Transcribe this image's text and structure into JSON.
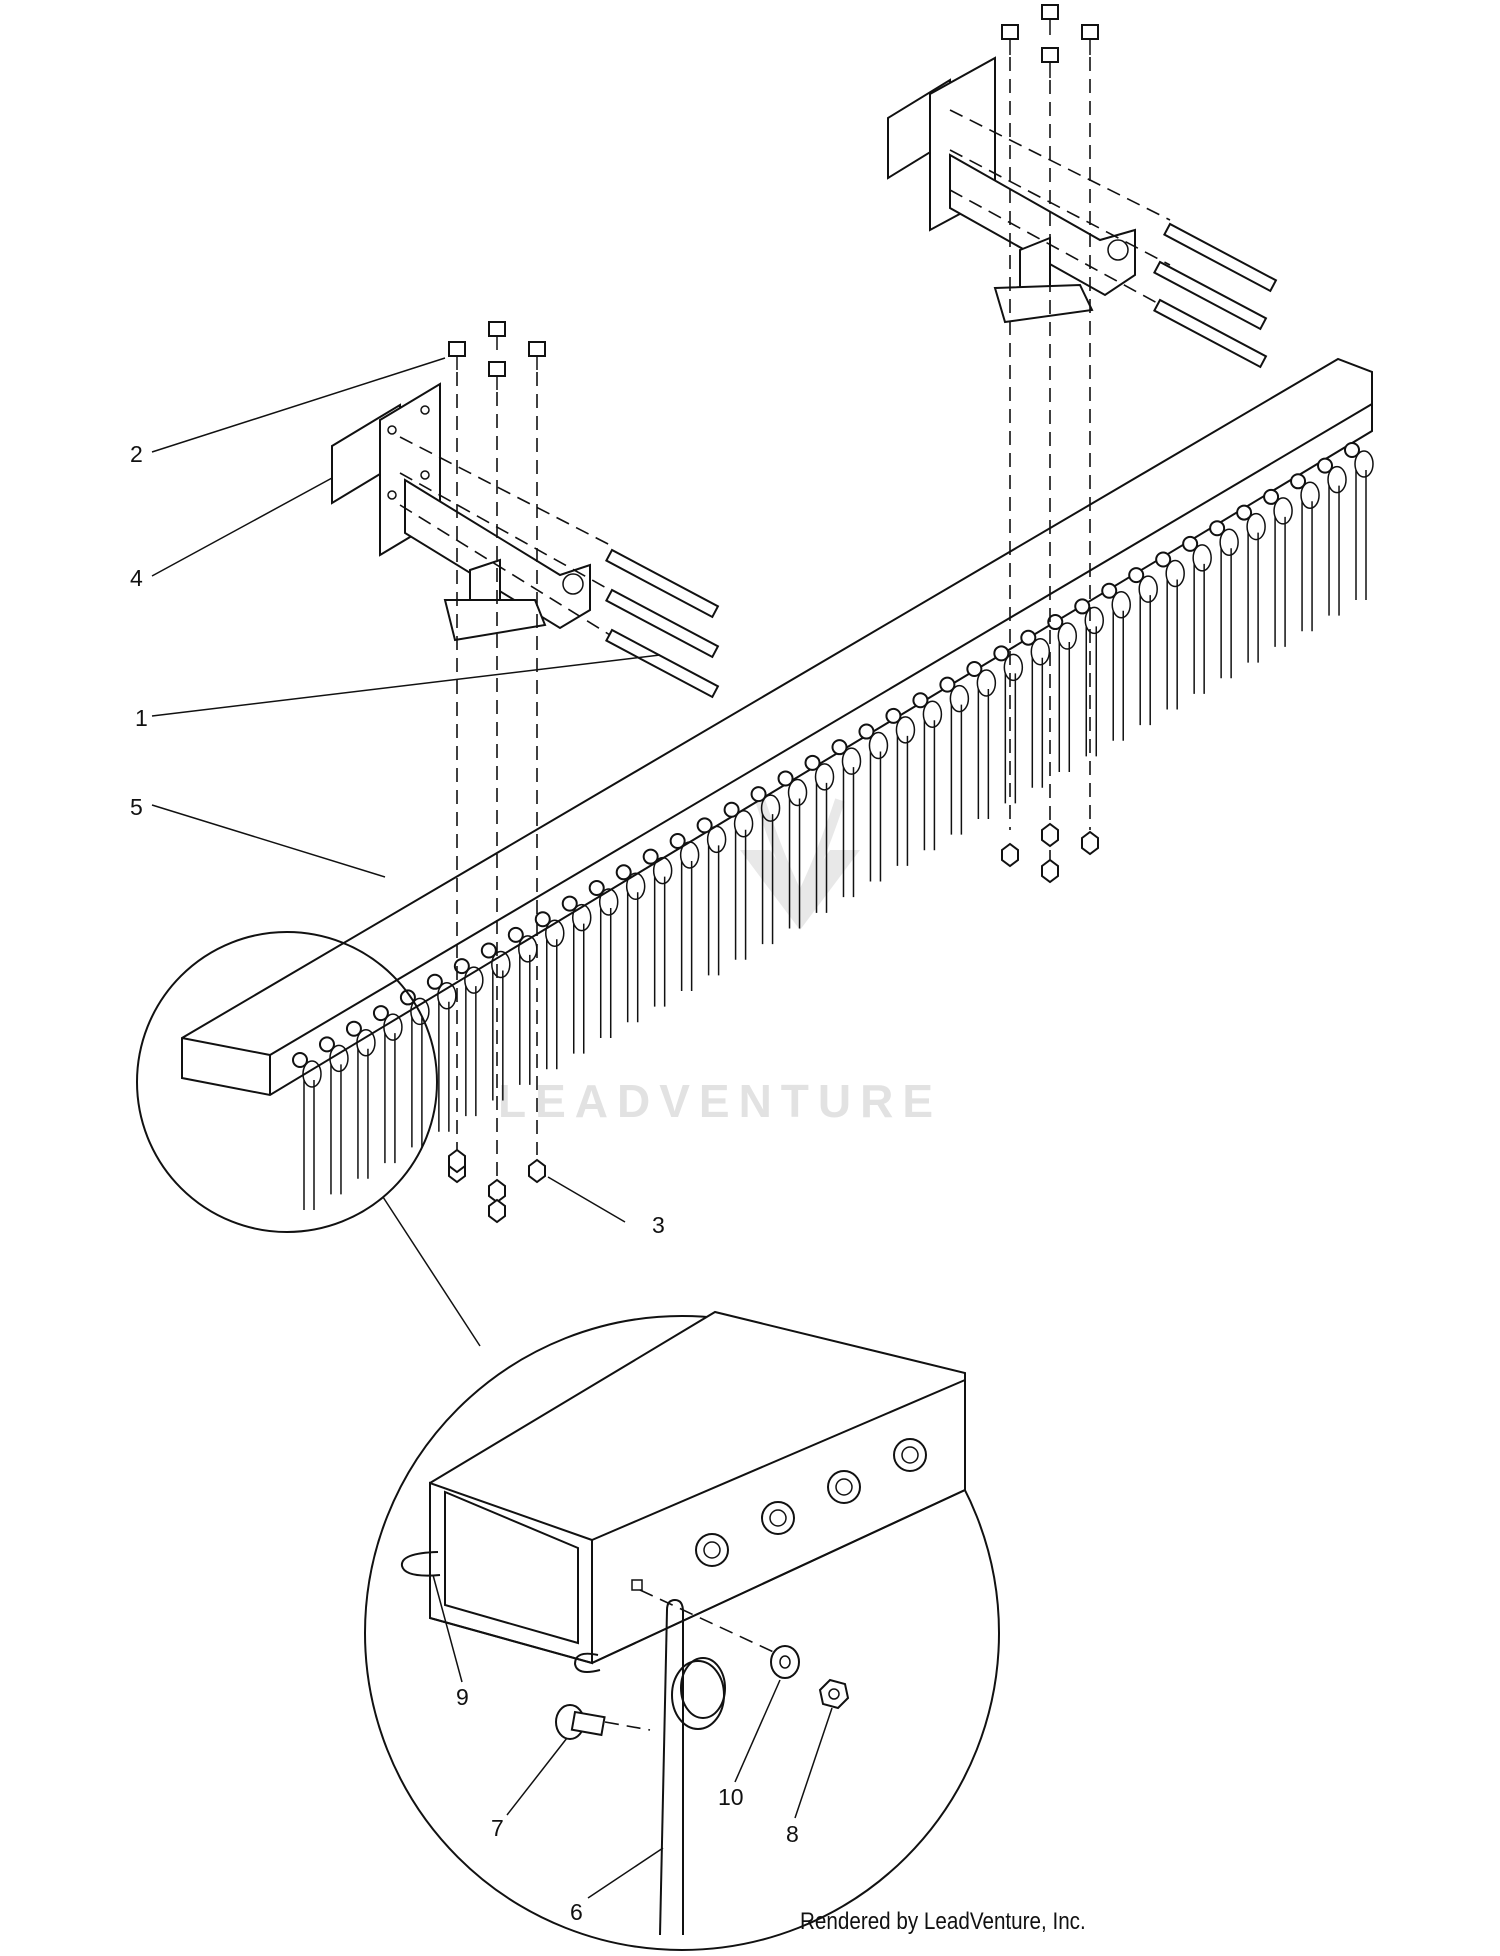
{
  "watermark": "LEADVENTURE",
  "footer": "Rendered by LeadVenture, Inc.",
  "callouts": {
    "c1": "1",
    "c2": "2",
    "c3": "3",
    "c4": "4",
    "c5": "5",
    "c6": "6",
    "c7": "7",
    "c8": "8",
    "c9": "9",
    "c10": "10"
  }
}
